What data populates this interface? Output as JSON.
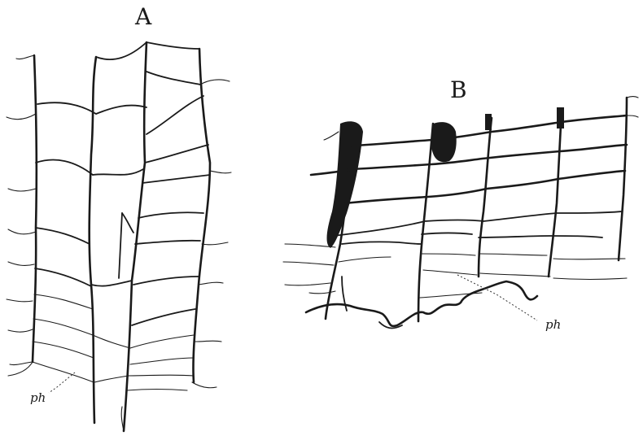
{
  "figure": {
    "panels": [
      {
        "id": "A",
        "letter": "A",
        "annotation": "ph"
      },
      {
        "id": "B",
        "letter": "B",
        "annotation": "ph"
      }
    ],
    "ink_color": "#1a1a1a",
    "background_color": "#ffffff"
  }
}
